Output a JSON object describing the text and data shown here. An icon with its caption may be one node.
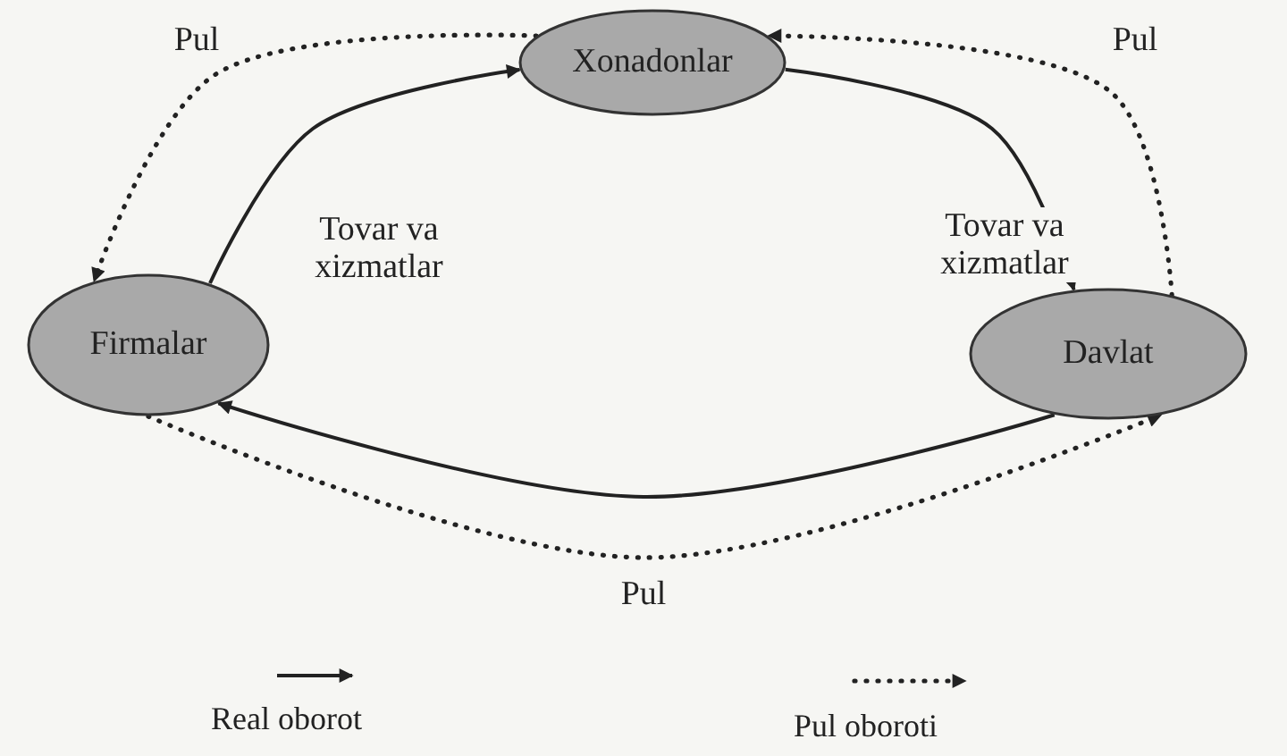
{
  "diagram": {
    "nodes": [
      {
        "text": [
          "Xonadonlar"
        ]
      },
      {
        "text": [
          "Firmalar"
        ]
      },
      {
        "text": [
          "Davlat"
        ]
      }
    ],
    "edges": [
      {
        "from": 1,
        "to": 0,
        "arrow": "to",
        "label": "Tovar va xizmatlar"
      },
      {
        "from": 0,
        "to": 1,
        "arrow": "to",
        "label": "Pul",
        "style": "dashed"
      },
      {
        "from": 0,
        "to": 2,
        "arrow": "to",
        "label": "Tovar va xizmatlar"
      },
      {
        "from": 2,
        "to": 0,
        "arrow": "to",
        "label": "Pul",
        "style": "dashed"
      },
      {
        "from": 2,
        "to": 1,
        "arrow": "to"
      },
      {
        "from": 1,
        "to": 2,
        "arrow": "to",
        "label": "Pul",
        "style": "dashed"
      }
    ],
    "legend": [
      {
        "text": "Real oborot"
      },
      {
        "text": "Pul oboroti"
      }
    ]
  }
}
